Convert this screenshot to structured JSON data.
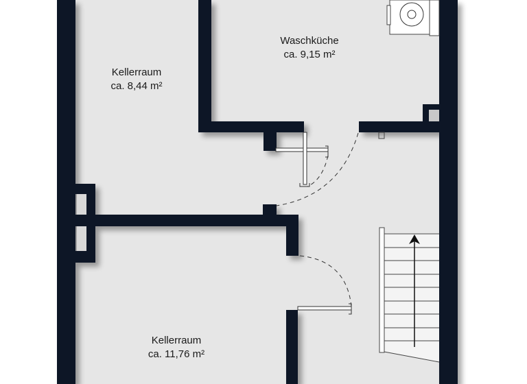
{
  "floorplan": {
    "colors": {
      "wall": "#0a1628",
      "floor": "#e6e6e6",
      "background": "#ffffff",
      "fixture": "#ffffff",
      "line": "#333333"
    },
    "rooms": [
      {
        "id": "kellerraum-1",
        "name": "Kellerraum",
        "area": "ca. 8,44 m²"
      },
      {
        "id": "waschkueche",
        "name": "Waschküche",
        "area": "ca. 9,15 m²"
      },
      {
        "id": "kellerraum-2",
        "name": "Kellerraum",
        "area": "ca. 11,76 m²"
      }
    ],
    "fixtures": {
      "boiler": "boiler-icon",
      "stairs": {
        "steps": 9,
        "direction": "up"
      }
    }
  }
}
